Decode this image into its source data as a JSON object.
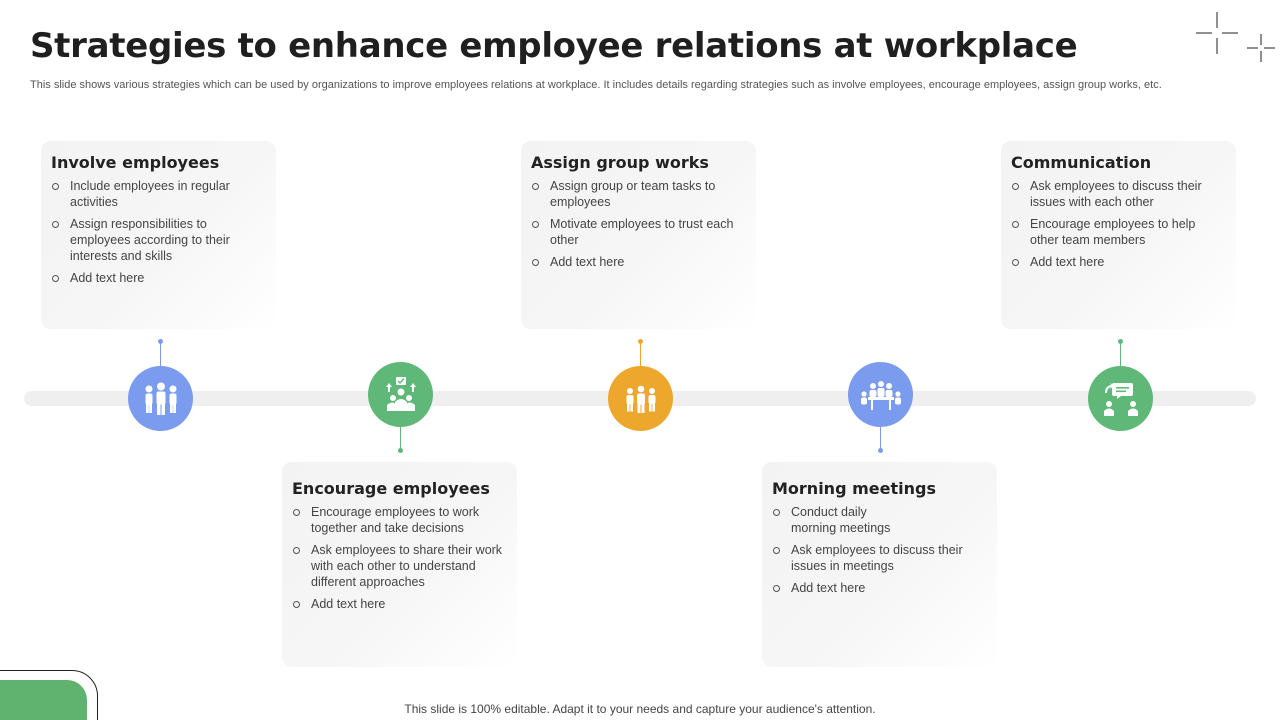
{
  "header": {
    "title": "Strategies to enhance employee relations at workplace",
    "subtitle": "This slide shows various strategies which can be used by organizations to improve employees relations at workplace. It includes details regarding strategies such as involve employees, encourage employees, assign group works, etc."
  },
  "colors": {
    "blue": "#7b9bef",
    "green": "#5fb878",
    "orange": "#eca72c",
    "track": "#efefef",
    "corner_green": "#5fb36e"
  },
  "steps": [
    {
      "title": "Involve employees",
      "icon": "group-of-people-icon",
      "color": "#7b9bef",
      "points": [
        "Include employees in regular activities",
        "Assign responsibilities to employees according to their interests and skills",
        "Add text here"
      ]
    },
    {
      "title": "Encourage employees",
      "icon": "team-growth-icon",
      "color": "#5fb878",
      "points": [
        "Encourage employees to work together and take decisions",
        "Ask employees to share their work with each other to understand different approaches",
        "Add text here"
      ]
    },
    {
      "title": "Assign group works",
      "icon": "team-icon",
      "color": "#eca72c",
      "points": [
        "Assign group or team tasks to employees",
        "Motivate employees to trust each other",
        "Add text here"
      ]
    },
    {
      "title": "Morning meetings",
      "icon": "meeting-table-icon",
      "color": "#7b9bef",
      "points": [
        "Conduct daily morning meetings",
        "Ask employees to discuss their issues in meetings",
        "Add text here"
      ]
    },
    {
      "title": "Communication",
      "icon": "communication-icon",
      "color": "#5fb878",
      "points": [
        "Ask employees to discuss their issues with each other",
        "Encourage employees to help other team members",
        "Add text here"
      ]
    }
  ],
  "footer": {
    "text": "This slide is 100% editable. Adapt it to your needs and capture your audience's attention."
  }
}
